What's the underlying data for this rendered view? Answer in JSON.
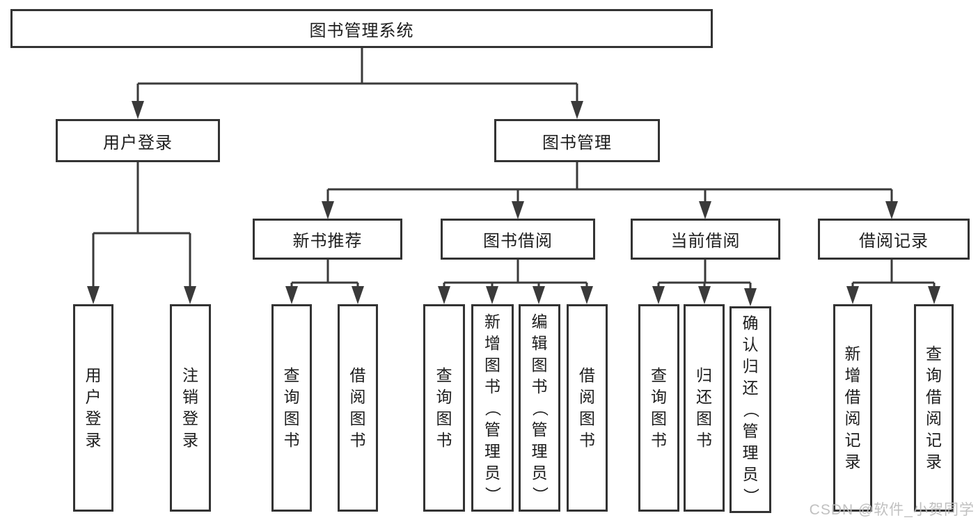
{
  "diagram": {
    "root": {
      "label": "图书管理系统"
    },
    "branches": {
      "user_login": {
        "label": "用户登录",
        "children": {
          "login": {
            "label": "用户登录"
          },
          "logout": {
            "label": "注销登录"
          }
        }
      },
      "book_management": {
        "label": "图书管理",
        "children": {
          "new_book_recommend": {
            "label": "新书推荐",
            "children": {
              "query_books": {
                "label": "查询图书"
              },
              "borrow_books": {
                "label": "借阅图书"
              }
            }
          },
          "book_borrow": {
            "label": "图书借阅",
            "children": {
              "query_books": {
                "label": "查询图书"
              },
              "add_books_admin": {
                "label": "新增图书（管理员）"
              },
              "edit_books_admin": {
                "label": "编辑图书（管理员）"
              },
              "borrow_books": {
                "label": "借阅图书"
              }
            }
          },
          "current_borrow": {
            "label": "当前借阅",
            "children": {
              "query_books": {
                "label": "查询图书"
              },
              "return_books": {
                "label": "归还图书"
              },
              "confirm_return_admin": {
                "label": "确认归还（管理员）"
              }
            }
          },
          "borrow_record": {
            "label": "借阅记录",
            "children": {
              "add_record": {
                "label": "新增借阅记录"
              },
              "query_record": {
                "label": "查询借阅记录"
              }
            }
          }
        }
      }
    }
  },
  "watermark": {
    "label": "CSDN @软件_小贺同学"
  },
  "colors": {
    "line": "#3a3a3a",
    "box_border": "#333333",
    "box_fill": "#ffffff",
    "text": "#1d1d1d",
    "watermark": "#bbbbbb",
    "background": "#ffffff"
  }
}
